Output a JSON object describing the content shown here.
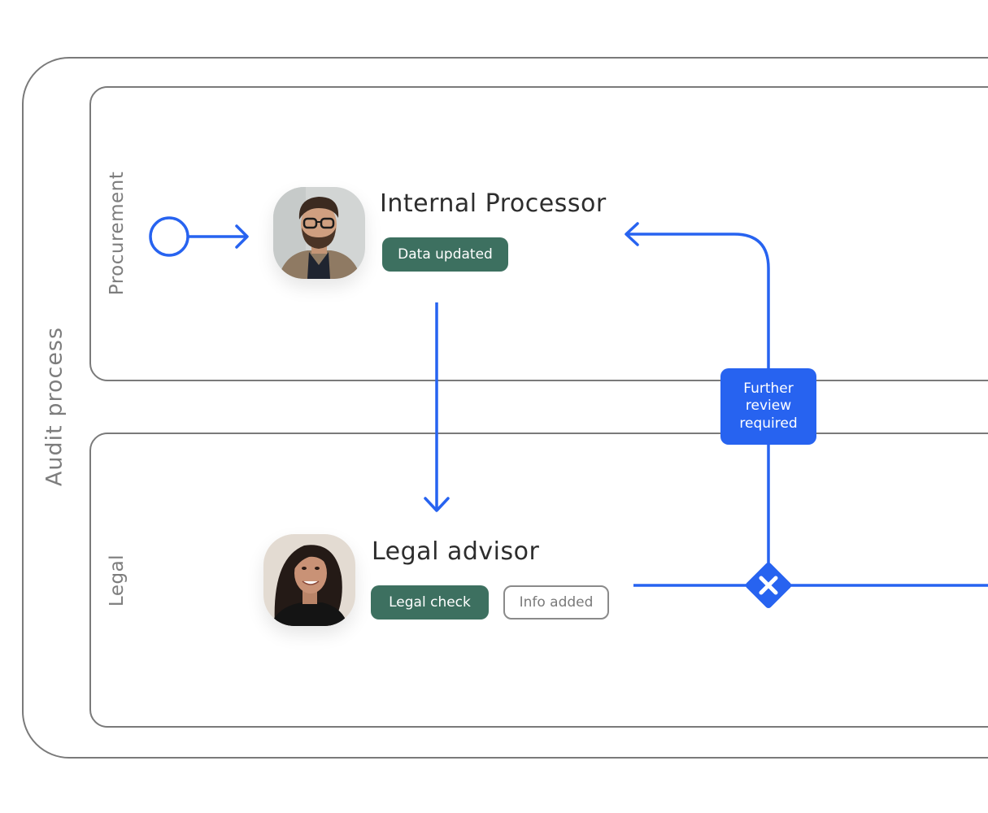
{
  "pool": {
    "label": "Audit process"
  },
  "lanes": [
    {
      "label": "Procurement",
      "role": "Internal Processor",
      "tags": [
        {
          "label": "Data updated",
          "style": "filled"
        }
      ]
    },
    {
      "label": "Legal",
      "role": "Legal advisor",
      "tags": [
        {
          "label": "Legal check",
          "style": "filled"
        },
        {
          "label": "Info added",
          "style": "outline"
        }
      ]
    }
  ],
  "decision_label": "Further\nreview\nrequired",
  "colors": {
    "accent": "#2763f0",
    "tag_fill": "#3d7060",
    "frame": "#7a7a7a",
    "label_text": "#7d7d7d",
    "title_text": "#2d2d2d"
  },
  "icons": {
    "start_event": "start-event-icon",
    "gateway": "exclusive-gateway-icon"
  }
}
